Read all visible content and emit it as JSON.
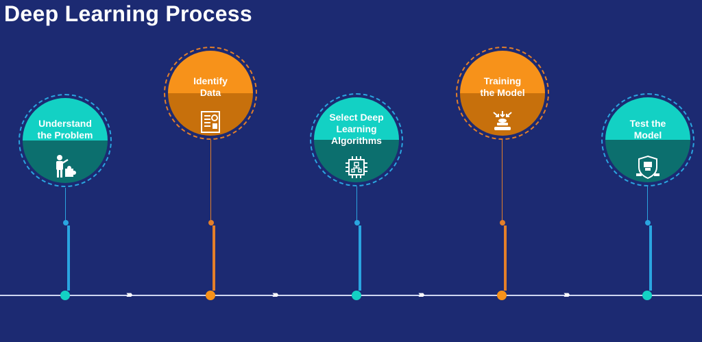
{
  "title": "Deep Learning Process",
  "steps": [
    {
      "label": "Understand the Problem",
      "lines": [
        "Understand",
        "the Problem"
      ],
      "theme": "teal",
      "icon": "presenter-puzzle-icon"
    },
    {
      "label": "Identify Data",
      "lines": [
        "Identify",
        "Data"
      ],
      "theme": "orange",
      "icon": "data-document-icon"
    },
    {
      "label": "Select Deep Learning Algorithms",
      "lines": [
        "Select Deep",
        "Learning",
        "Algorithms"
      ],
      "theme": "teal",
      "icon": "circuit-chip-icon"
    },
    {
      "label": "Training the Model",
      "lines": [
        "Training",
        "the Model"
      ],
      "theme": "orange",
      "icon": "training-funnel-icon"
    },
    {
      "label": "Test the Model",
      "lines": [
        "Test the",
        "Model"
      ],
      "theme": "teal",
      "icon": "test-badge-icon"
    }
  ],
  "connector_glyph": "››››",
  "colors": {
    "background": "#1c2a72",
    "teal": "#13d1c4",
    "teal_dark": "#0c6f6e",
    "orange": "#f7921a",
    "orange_dark": "#c7700c",
    "teal_line": "#2aa5e0",
    "orange_line": "#e37f2a"
  }
}
